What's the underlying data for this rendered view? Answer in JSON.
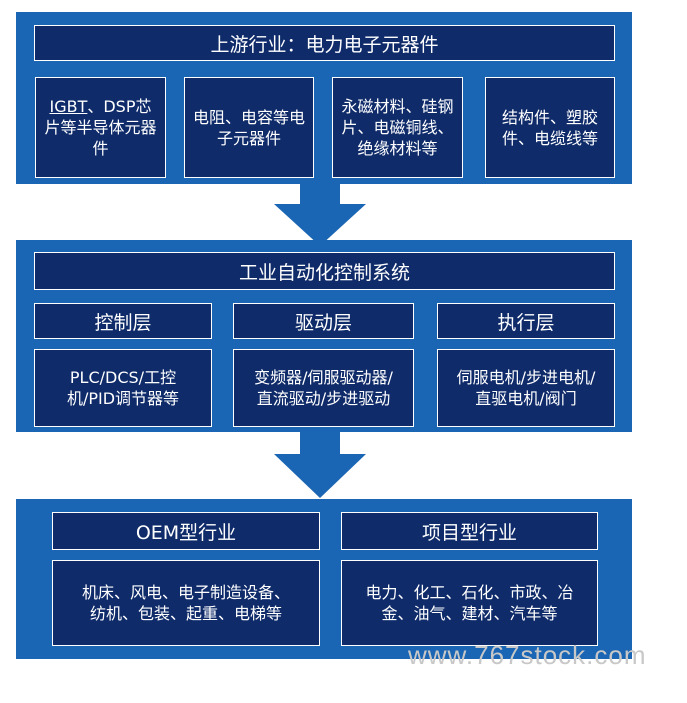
{
  "upstream": {
    "title": "上游行业：电力电子元器件",
    "items": [
      {
        "part1": "IGBT",
        "part2": "、DSP芯片等半导体元器件"
      },
      {
        "text": "电阻、电容等电子元器件"
      },
      {
        "text": "永磁材料、硅钢片、电磁铜线、绝缘材料等"
      },
      {
        "text": "结构件、塑胶件、电缆线等"
      }
    ]
  },
  "midstream": {
    "title": "工业自动化控制系统",
    "layers": [
      {
        "name": "控制层",
        "content": "PLC/DCS/工控机/PID调节器等"
      },
      {
        "name": "驱动层",
        "content": "变频器/伺服驱动器/直流驱动/步进驱动"
      },
      {
        "name": "执行层",
        "content": "伺服电机/步进电机/直驱电机/阀门"
      }
    ]
  },
  "downstream": {
    "sectors": [
      {
        "name": "OEM型行业",
        "content": "机床、风电、电子制造设备、纺机、包装、起重、电梯等"
      },
      {
        "name": "项目型行业",
        "content": "电力、化工、石化、市政、冶金、油气、建材、汽车等"
      }
    ]
  },
  "watermark": "www.767stock.com",
  "colors": {
    "panel": "#1a66b4",
    "box": "#0f2b6a",
    "arrow": "#1a66b4"
  }
}
